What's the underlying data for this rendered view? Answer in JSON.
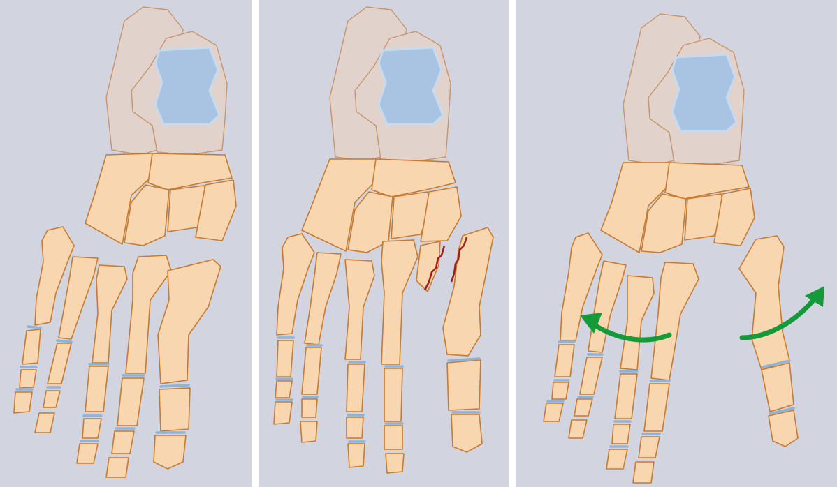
{
  "figure": {
    "panels": [
      {
        "id": "panel-1",
        "state": "normal"
      },
      {
        "id": "panel-2",
        "state": "fracture",
        "fracture_count": 2
      },
      {
        "id": "panel-3",
        "state": "displaced",
        "arrow_count": 2
      }
    ],
    "colors": {
      "background": "#d2d4e0",
      "bone_fill": "#f8d6b0",
      "bone_outline": "#c87a2e",
      "hindfoot_fill": "#e1d3cc",
      "cartilage": "#a9c4e2",
      "joint_line": "#8fb3d7",
      "fracture": "#a41f1a",
      "arrow": "#159a3a"
    }
  }
}
